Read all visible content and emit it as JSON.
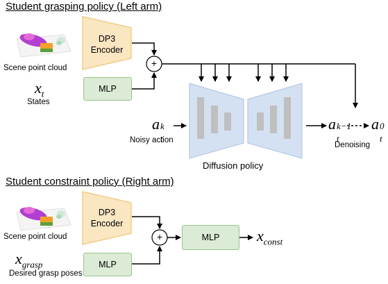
{
  "top": {
    "title": "Student grasping policy (Left arm)",
    "scene_label": "Scene point cloud",
    "state_symbol": "x",
    "state_sub": "t",
    "state_label": "States",
    "encoder_label_1": "DP3",
    "encoder_label_2": "Encoder",
    "mlp_label": "MLP",
    "plus": "+",
    "noisy_symbol": "a",
    "noisy_sup": "k",
    "noisy_sub": "t",
    "noisy_label": "Noisy action",
    "out_symbol": "a",
    "out_sup": "k−1",
    "out_sub": "t",
    "final_symbol": "a",
    "final_sup": "0",
    "final_sub": "t",
    "denoising_label": "Denoising",
    "diffusion_label": "Diffusion policy"
  },
  "bottom": {
    "title": "Student constraint policy (Right arm)",
    "scene_label": "Scene point cloud",
    "grasp_symbol": "x",
    "grasp_sub": "grasp",
    "grasp_label": "Desired grasp poses",
    "encoder_label_1": "DP3",
    "encoder_label_2": "Encoder",
    "mlp_label": "MLP",
    "mlp2_label": "MLP",
    "plus": "+",
    "out_symbol": "x",
    "out_sub": "const"
  },
  "colors": {
    "encoder_fill": "#fbe6c2",
    "mlp_fill": "#dcebd5",
    "diffusion_fill": "#d4e1f2",
    "diffusion_bar": "#bfbfbf"
  }
}
